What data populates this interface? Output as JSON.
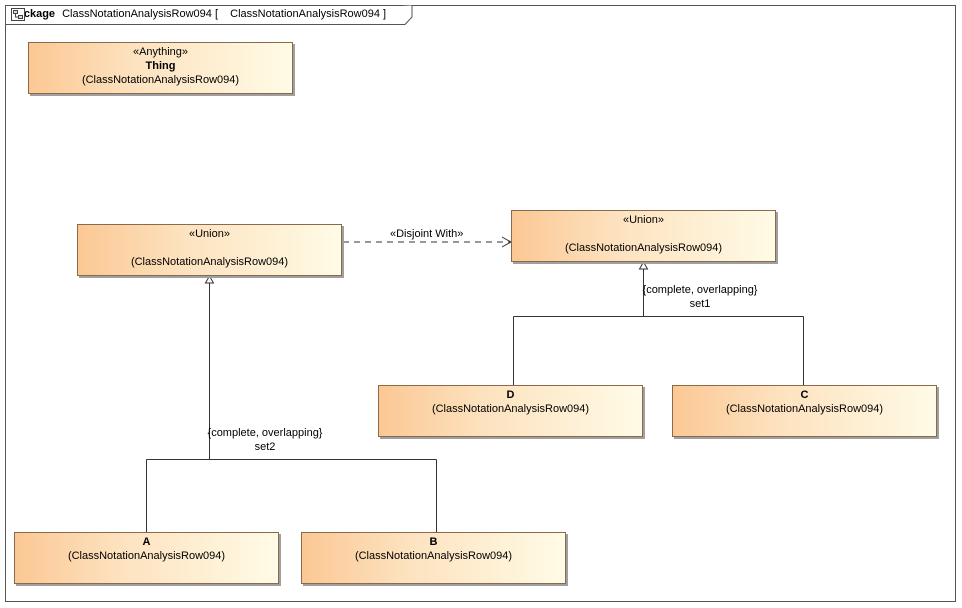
{
  "frame": {
    "keyword": "package",
    "name": "ClassNotationAnalysisRow094",
    "bracket_open": "[",
    "diagram_name": "ClassNotationAnalysisRow094",
    "bracket_close": "]"
  },
  "classes": {
    "thing": {
      "stereotype": "«Anything»",
      "name": "Thing",
      "package": "(ClassNotationAnalysisRow094)"
    },
    "union_left": {
      "stereotype": "«Union»",
      "name": "",
      "package": "(ClassNotationAnalysisRow094)"
    },
    "union_right": {
      "stereotype": "«Union»",
      "name": "",
      "package": "(ClassNotationAnalysisRow094)"
    },
    "d": {
      "name": "D",
      "package": "(ClassNotationAnalysisRow094)"
    },
    "c": {
      "name": "C",
      "package": "(ClassNotationAnalysisRow094)"
    },
    "a": {
      "name": "A",
      "package": "(ClassNotationAnalysisRow094)"
    },
    "b": {
      "name": "B",
      "package": "(ClassNotationAnalysisRow094)"
    }
  },
  "relations": {
    "disjoint_label": "«Disjoint With»",
    "set1_constraint": "{complete, overlapping}",
    "set1_name": "set1",
    "set2_constraint": "{complete, overlapping}",
    "set2_name": "set2"
  }
}
